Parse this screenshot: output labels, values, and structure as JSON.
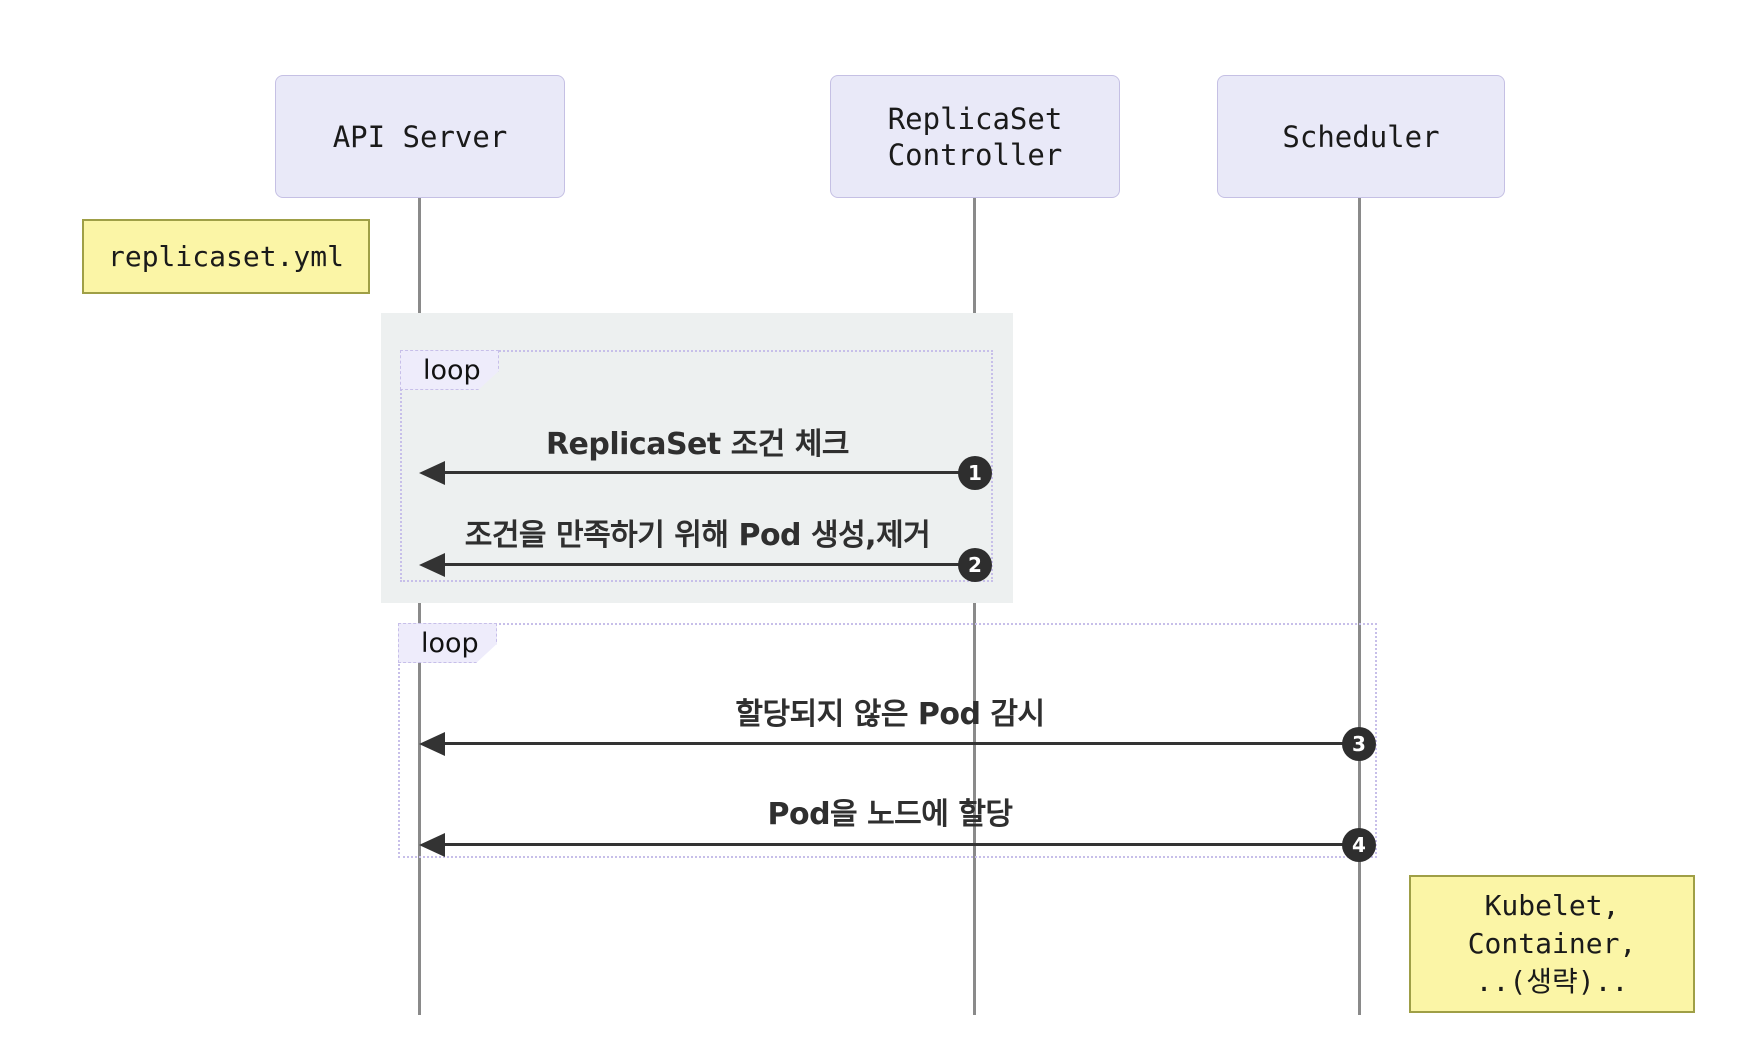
{
  "diagram": {
    "type": "sequence",
    "actors": [
      {
        "id": "api-server",
        "line1": "API Server",
        "line2": ""
      },
      {
        "id": "replicaset-controller",
        "line1": "ReplicaSet",
        "line2": "Controller"
      },
      {
        "id": "scheduler",
        "line1": "Scheduler",
        "line2": ""
      }
    ],
    "notes": [
      {
        "id": "replicaset-yml",
        "line1": "replicaset.yml",
        "line2": "",
        "line3": ""
      },
      {
        "id": "kubelet",
        "line1": "Kubelet,",
        "line2": "Container,",
        "line3": "..(생략).."
      }
    ],
    "loops": [
      {
        "label": "loop",
        "messages": [
          {
            "seq": "1",
            "text": "ReplicaSet 조건 체크",
            "from": "ReplicaSet Controller",
            "to": "API Server",
            "direction": "left"
          },
          {
            "seq": "2",
            "text": "조건을 만족하기 위해 Pod 생성,제거",
            "from": "ReplicaSet Controller",
            "to": "API Server",
            "direction": "left"
          }
        ]
      },
      {
        "label": "loop",
        "messages": [
          {
            "seq": "3",
            "text": "할당되지 않은 Pod 감시",
            "from": "Scheduler",
            "to": "API Server",
            "direction": "left"
          },
          {
            "seq": "4",
            "text": "Pod을 노드에 할당",
            "from": "Scheduler",
            "to": "API Server",
            "direction": "left"
          }
        ]
      }
    ],
    "colors": {
      "actor_fill": "#e9e9f8",
      "actor_border": "#c5c0e4",
      "note_fill": "#fbf5a6",
      "note_border": "#9f9f46",
      "highlight_rect": "#edf0f0",
      "loop_border": "#c7bfe9",
      "loop_label_fill": "#eeecfb",
      "arrow_line": "#333333",
      "lifeline": "#8a8a8a",
      "seq_badge_fill": "#2e2e2e",
      "seq_badge_text": "#ffffff"
    }
  }
}
